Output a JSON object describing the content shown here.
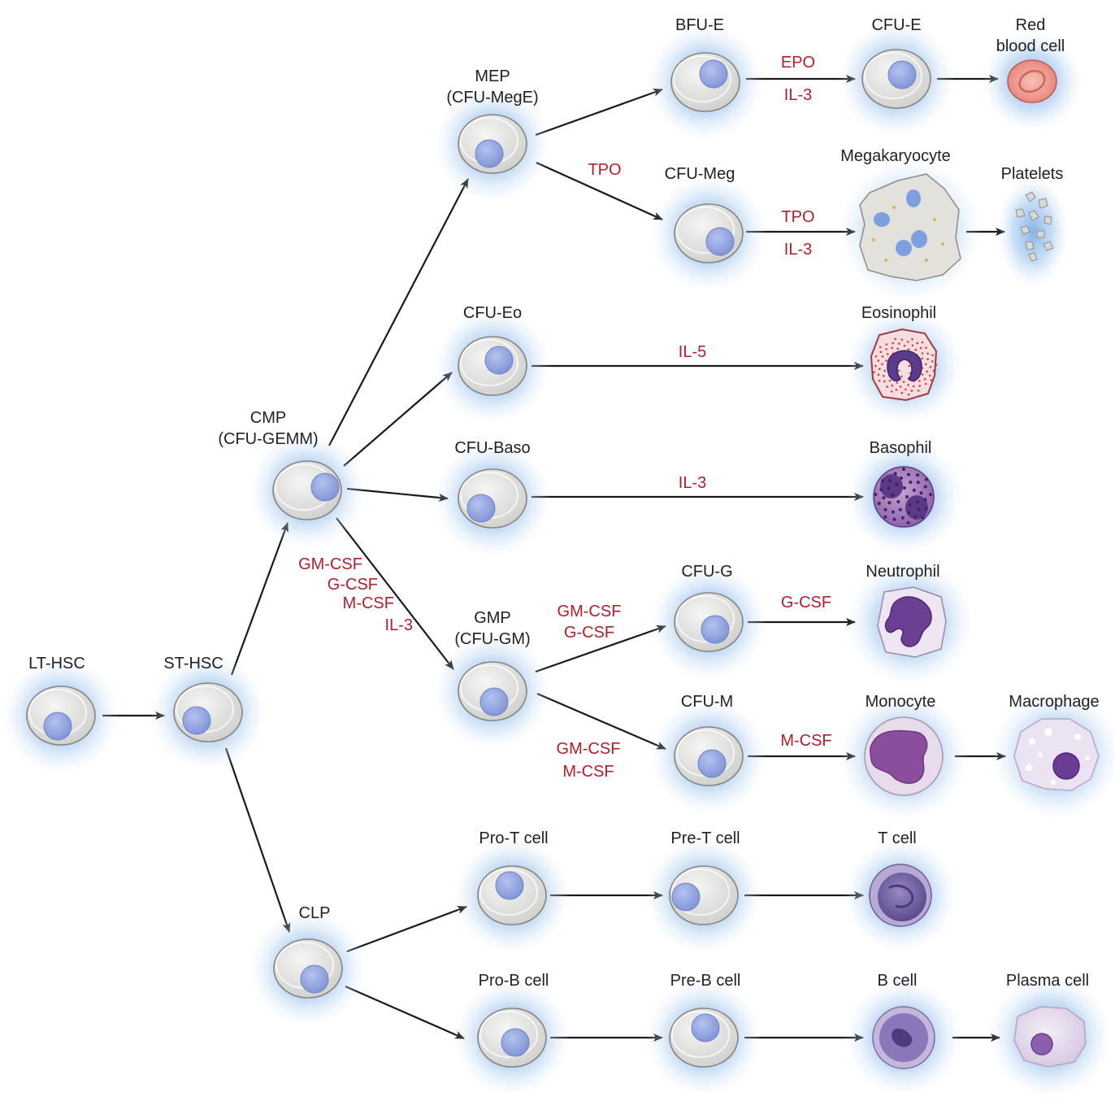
{
  "colors": {
    "glow": "#7fb0e6",
    "cell_body": "#e4e4e2",
    "cell_outline": "#8a8a8a",
    "nucleus": "#8fa3de",
    "label_text": "#231f20",
    "factor_text": "#b0202a",
    "arrow": "#1a1a1a"
  },
  "labels": {
    "lt_hsc": "LT-HSC",
    "st_hsc": "ST-HSC",
    "cmp_1": "CMP",
    "cmp_2": "(CFU-GEMM)",
    "clp": "CLP",
    "mep_1": "MEP",
    "mep_2": "(CFU-MegE)",
    "cfu_eo": "CFU-Eo",
    "cfu_baso": "CFU-Baso",
    "gmp_1": "GMP",
    "gmp_2": "(CFU-GM)",
    "pro_t": "Pro-T cell",
    "pro_b": "Pro-B cell",
    "bfu_e": "BFU-E",
    "cfu_meg": "CFU-Meg",
    "cfu_g": "CFU-G",
    "cfu_m": "CFU-M",
    "pre_t": "Pre-T cell",
    "pre_b": "Pre-B cell",
    "cfu_e": "CFU-E",
    "megakaryocyte": "Megakaryocyte",
    "eosinophil": "Eosinophil",
    "basophil": "Basophil",
    "neutrophil": "Neutrophil",
    "monocyte": "Monocyte",
    "t_cell": "T cell",
    "b_cell": "B cell",
    "rbc_1": "Red",
    "rbc_2": "blood cell",
    "platelets": "Platelets",
    "macrophage": "Macrophage",
    "plasma_cell": "Plasma cell"
  },
  "factors": {
    "bfu_epo": "EPO",
    "bfu_il3": "IL-3",
    "mep_tpo": "TPO",
    "meg_tpo": "TPO",
    "meg_il3": "IL-3",
    "eo_il5": "IL-5",
    "baso_il3": "IL-3",
    "cmp_gmcsf": "GM-CSF",
    "cmp_gcsf": "G-CSF",
    "cmp_mcsf": "M-CSF",
    "cmp_il3": "IL-3",
    "gmp_g_gmcsf": "GM-CSF",
    "gmp_g_gcsf": "G-CSF",
    "cfug_gcsf": "G-CSF",
    "gmp_m_gmcsf": "GM-CSF",
    "gmp_m_mcsf": "M-CSF",
    "cfum_mcsf": "M-CSF"
  },
  "icons": {
    "progenitor": "progenitor-cell-icon",
    "rbc": "red-blood-cell-icon",
    "megakaryocyte": "megakaryocyte-icon",
    "platelets": "platelets-icon",
    "eosinophil": "eosinophil-icon",
    "basophil": "basophil-icon",
    "neutrophil": "neutrophil-icon",
    "monocyte": "monocyte-icon",
    "macrophage": "macrophage-icon",
    "t_cell": "t-cell-icon",
    "b_cell": "b-cell-icon",
    "plasma_cell": "plasma-cell-icon"
  }
}
